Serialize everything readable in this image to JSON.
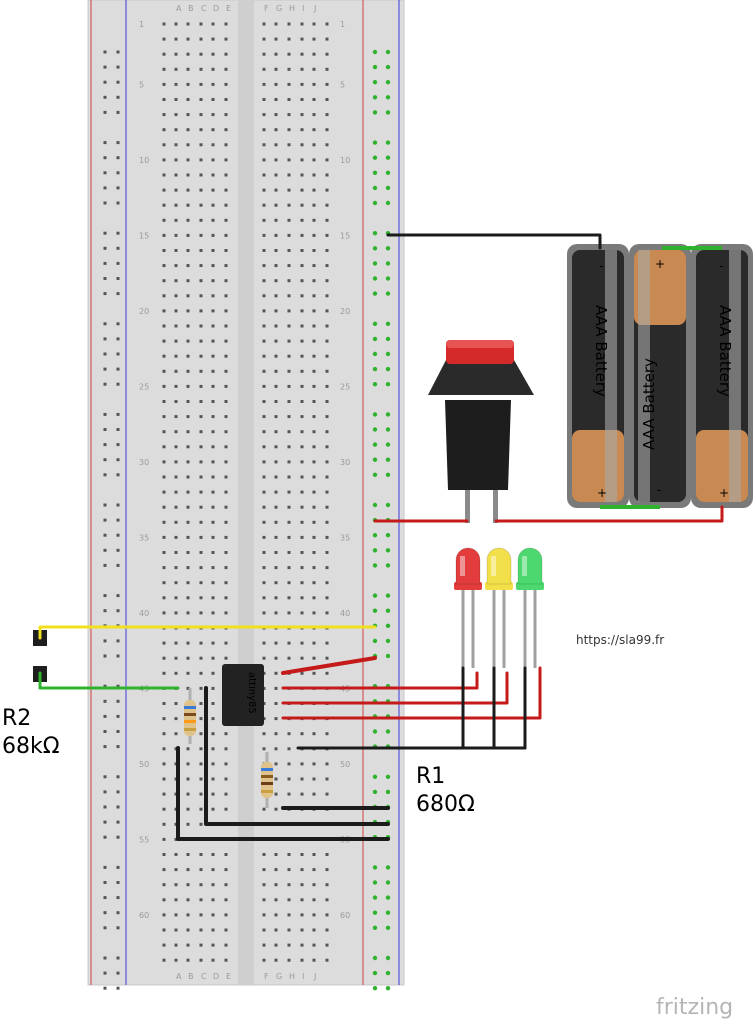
{
  "breadboard": {
    "column_letters_left": [
      "A",
      "B",
      "C",
      "D",
      "E"
    ],
    "column_letters_right": [
      "F",
      "G",
      "H",
      "I",
      "J"
    ],
    "row_numbers": [
      "1",
      "5",
      "10",
      "15",
      "20",
      "25",
      "30",
      "35",
      "40",
      "45",
      "50",
      "55",
      "60"
    ]
  },
  "battery": {
    "labels": [
      "AAA Battery",
      "AAA Battery",
      "AAA Battery"
    ],
    "plus": "+",
    "minus": "-"
  },
  "chip": {
    "label": "attiny85"
  },
  "resistor_r2": {
    "name": "R2",
    "value": "68kΩ"
  },
  "resistor_r1": {
    "name": "R1",
    "value": "680Ω"
  },
  "leds": [
    {
      "color": "red",
      "hex": "#e23c3c"
    },
    {
      "color": "yellow",
      "hex": "#f2e04a"
    },
    {
      "color": "green",
      "hex": "#4cd86e"
    }
  ],
  "pushbutton": {
    "cap_color": "#d42a2a"
  },
  "credit": {
    "url": "https://sla99.fr"
  },
  "logo": {
    "text": "fritzing"
  },
  "colors": {
    "wire_black": "#1b1b1b",
    "wire_red": "#c41a1a",
    "wire_yellow": "#f0e020",
    "wire_green": "#2fb32f"
  }
}
